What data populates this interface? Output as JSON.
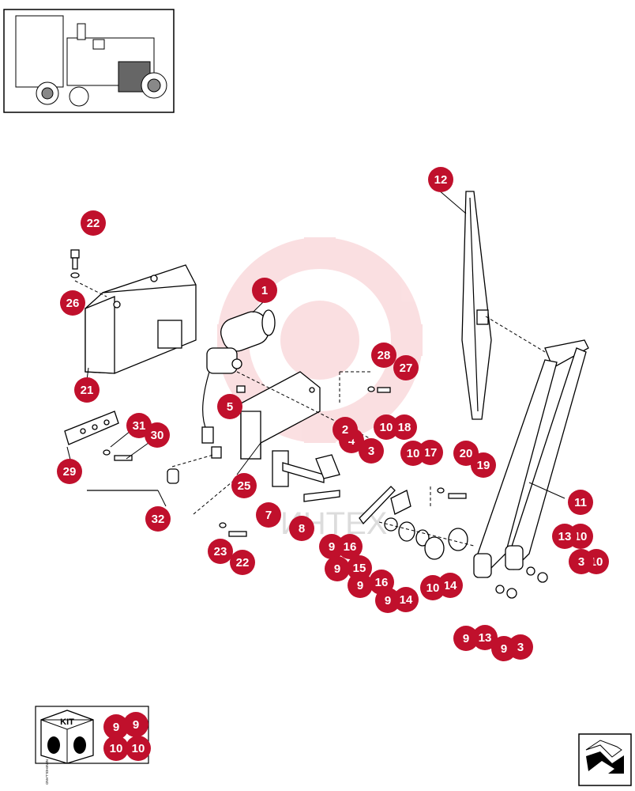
{
  "diagram": {
    "callouts": [
      {
        "id": "c1",
        "label": "1"
      },
      {
        "id": "c12",
        "label": "12"
      },
      {
        "id": "c22a",
        "label": "22"
      },
      {
        "id": "c26",
        "label": "26"
      },
      {
        "id": "c21",
        "label": "21"
      },
      {
        "id": "c28",
        "label": "28"
      },
      {
        "id": "c27",
        "label": "27"
      },
      {
        "id": "c5",
        "label": "5"
      },
      {
        "id": "c2",
        "label": "2"
      },
      {
        "id": "c4",
        "label": "4"
      },
      {
        "id": "c3a",
        "label": "3"
      },
      {
        "id": "c10a",
        "label": "10"
      },
      {
        "id": "c18",
        "label": "18"
      },
      {
        "id": "c10b",
        "label": "10"
      },
      {
        "id": "c17",
        "label": "17"
      },
      {
        "id": "c20",
        "label": "20"
      },
      {
        "id": "c19",
        "label": "19"
      },
      {
        "id": "c31",
        "label": "31"
      },
      {
        "id": "c30",
        "label": "30"
      },
      {
        "id": "c29",
        "label": "29"
      },
      {
        "id": "c25",
        "label": "25"
      },
      {
        "id": "c11",
        "label": "11"
      },
      {
        "id": "c7",
        "label": "7"
      },
      {
        "id": "c8",
        "label": "8"
      },
      {
        "id": "c32",
        "label": "32"
      },
      {
        "id": "c9a",
        "label": "9"
      },
      {
        "id": "c16a",
        "label": "16"
      },
      {
        "id": "c10c",
        "label": "10"
      },
      {
        "id": "c13a",
        "label": "13"
      },
      {
        "id": "c23",
        "label": "23"
      },
      {
        "id": "c22b",
        "label": "22"
      },
      {
        "id": "c9b",
        "label": "9"
      },
      {
        "id": "c15",
        "label": "15"
      },
      {
        "id": "c3b",
        "label": "3"
      },
      {
        "id": "c10d",
        "label": "10"
      },
      {
        "id": "c9c",
        "label": "9"
      },
      {
        "id": "c16b",
        "label": "16"
      },
      {
        "id": "c10e",
        "label": "10"
      },
      {
        "id": "c14a",
        "label": "14"
      },
      {
        "id": "c9d",
        "label": "9"
      },
      {
        "id": "c14b",
        "label": "14"
      },
      {
        "id": "c9e",
        "label": "9"
      },
      {
        "id": "c13b",
        "label": "13"
      },
      {
        "id": "c9f",
        "label": "9"
      },
      {
        "id": "c3c",
        "label": "3"
      }
    ]
  },
  "kit": {
    "label": "KIT",
    "brand": "NEWHOLLAND",
    "callouts": [
      {
        "id": "k9a",
        "label": "9"
      },
      {
        "id": "k9b",
        "label": "9"
      },
      {
        "id": "k10a",
        "label": "10"
      },
      {
        "id": "k10b",
        "label": "10"
      }
    ]
  },
  "watermark": {
    "text": "ИНТЕХ"
  },
  "colors": {
    "callout": "#c0102c",
    "watermark": "#f3c5c8"
  },
  "icons": {
    "thumbnail": "forklift-thumbnail",
    "next": "next-page-arrow-icon"
  }
}
